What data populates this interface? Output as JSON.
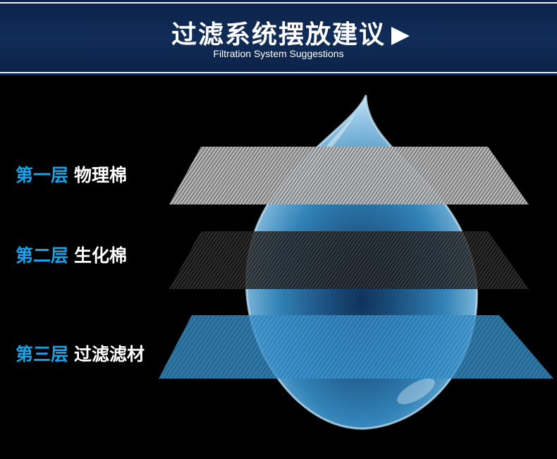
{
  "header": {
    "title": "过滤系统摆放建议",
    "subtitle": "Filtration System Suggestions",
    "bg_color": "#102c58"
  },
  "layers": [
    {
      "index_label": "第一层",
      "name": "物理棉",
      "color": "#dcdcdc"
    },
    {
      "index_label": "第二层",
      "name": "生化棉",
      "color": "#3a3a3a"
    },
    {
      "index_label": "第三层",
      "name": "过滤滤材",
      "color": "#3c8fc4"
    }
  ],
  "colors": {
    "accent_blue": "#1aa2e6",
    "drop_blue": "#3fa4e6",
    "background": "#000000"
  },
  "icons": [
    "play-triangle-icon",
    "water-drop-icon"
  ]
}
